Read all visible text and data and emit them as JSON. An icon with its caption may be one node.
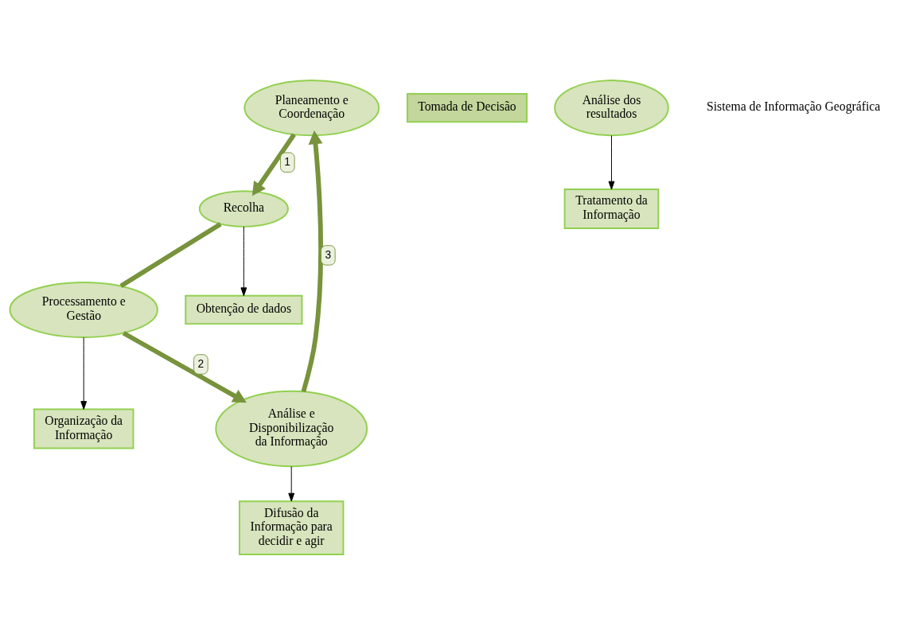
{
  "diagram": {
    "nodes": [
      {
        "text": [
          "Planeamento e Coordenação"
        ]
      },
      {
        "text": [
          "Tomada de Decisão"
        ]
      },
      {
        "text": [
          "Análise e Disponibilização da Informação"
        ]
      },
      {
        "text": [
          "Difusão da Informação para decidir e agir"
        ]
      },
      {
        "text": [
          "Recolha"
        ]
      },
      {
        "text": [
          "Obtenção de dados"
        ]
      },
      {
        "text": [
          "Análise dos resultados"
        ]
      },
      {
        "text": [
          "Processamento e Gestão"
        ]
      },
      {
        "text": [
          "Tratamento da Informação"
        ]
      },
      {
        "text": [
          "Organização da Informação"
        ]
      }
    ],
    "edges": [
      {
        "from": 0,
        "to": 4,
        "arrow": "to",
        "label": "1",
        "style": "thick",
        "color": "#77933c"
      },
      {
        "from": 4,
        "to": 7,
        "arrow": "none",
        "style": "thick",
        "color": "#77933c"
      },
      {
        "from": 7,
        "to": 2,
        "arrow": "to",
        "label": "2",
        "style": "thick",
        "color": "#77933c"
      },
      {
        "from": 2,
        "to": 0,
        "arrow": "to",
        "label": "3",
        "style": "thick",
        "color": "#77933c"
      },
      {
        "from": 2,
        "to": 3,
        "arrow": "to",
        "color": "#000000"
      },
      {
        "from": 4,
        "to": 5,
        "arrow": "to",
        "color": "#000000"
      },
      {
        "from": 6,
        "to": 8,
        "arrow": "to",
        "color": "#000000"
      },
      {
        "from": 7,
        "to": 9,
        "arrow": "to",
        "color": "#000000"
      }
    ],
    "labels": [
      "Sistema de Informação Geográfica"
    ]
  }
}
